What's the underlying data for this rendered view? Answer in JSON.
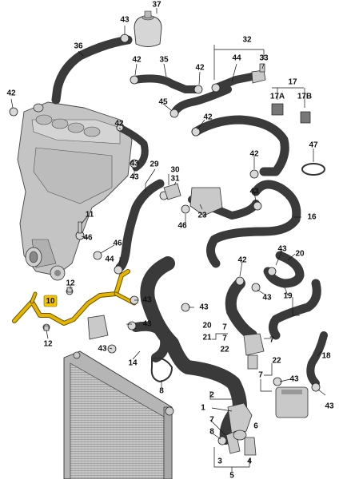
{
  "colors": {
    "hose_outline": "#3a3a3a",
    "hose_fill": "#8c8c8c",
    "hose_texture": "#d0d0d0",
    "engine_fill": "#c4c4c4",
    "radiator_fill": "#bdbdbd",
    "highlight_pipe": "#e3b400",
    "highlight_pipe_outline": "#6b5200",
    "line": "#111111"
  },
  "callouts": [
    {
      "id": "c37",
      "text": "37"
    },
    {
      "id": "c43a",
      "text": "43"
    },
    {
      "id": "c36",
      "text": "36"
    },
    {
      "id": "c32",
      "text": "32"
    },
    {
      "id": "c42a",
      "text": "42"
    },
    {
      "id": "c35",
      "text": "35"
    },
    {
      "id": "c44a",
      "text": "44"
    },
    {
      "id": "c33",
      "text": "33"
    },
    {
      "id": "c42b",
      "text": "42"
    },
    {
      "id": "c17",
      "text": "17"
    },
    {
      "id": "c42c",
      "text": "42"
    },
    {
      "id": "c17A",
      "text": "17A"
    },
    {
      "id": "c17B",
      "text": "17B"
    },
    {
      "id": "c45",
      "text": "45"
    },
    {
      "id": "c42d",
      "text": "42"
    },
    {
      "id": "c42e",
      "text": "42"
    },
    {
      "id": "c47",
      "text": "47"
    },
    {
      "id": "c43b",
      "text": "43"
    },
    {
      "id": "c29",
      "text": "29"
    },
    {
      "id": "c30",
      "text": "30"
    },
    {
      "id": "c31",
      "text": "31"
    },
    {
      "id": "c42f",
      "text": "42"
    },
    {
      "id": "c43c",
      "text": "43"
    },
    {
      "id": "c11",
      "text": "11"
    },
    {
      "id": "c23",
      "text": "23"
    },
    {
      "id": "c43d",
      "text": "43"
    },
    {
      "id": "c16",
      "text": "16"
    },
    {
      "id": "c46a",
      "text": "46"
    },
    {
      "id": "c46b",
      "text": "46"
    },
    {
      "id": "c44b",
      "text": "44"
    },
    {
      "id": "c43e",
      "text": "43"
    },
    {
      "id": "c42g",
      "text": "42"
    },
    {
      "id": "c20",
      "text": "20"
    },
    {
      "id": "c12a",
      "text": "12"
    },
    {
      "id": "c10",
      "text": "10"
    },
    {
      "id": "c43f",
      "text": "43"
    },
    {
      "id": "c43g",
      "text": "43"
    },
    {
      "id": "c19",
      "text": "19"
    },
    {
      "id": "c43h",
      "text": "43"
    },
    {
      "id": "c21",
      "text": "21"
    },
    {
      "id": "c22a",
      "text": "22"
    },
    {
      "id": "c7a",
      "text": "7"
    },
    {
      "id": "c7b",
      "text": "7"
    },
    {
      "id": "c20b",
      "text": "20"
    },
    {
      "id": "c12b",
      "text": "12"
    },
    {
      "id": "c43i",
      "text": "43"
    },
    {
      "id": "c18",
      "text": "18"
    },
    {
      "id": "c14",
      "text": "14"
    },
    {
      "id": "c8a",
      "text": "8"
    },
    {
      "id": "c22b",
      "text": "22"
    },
    {
      "id": "c43j",
      "text": "43"
    },
    {
      "id": "c1",
      "text": "1"
    },
    {
      "id": "c2",
      "text": "2"
    },
    {
      "id": "c8b",
      "text": "8"
    },
    {
      "id": "c43k",
      "text": "43"
    },
    {
      "id": "c3",
      "text": "3"
    },
    {
      "id": "c4",
      "text": "4"
    },
    {
      "id": "c6",
      "text": "6"
    },
    {
      "id": "c5",
      "text": "5"
    }
  ]
}
